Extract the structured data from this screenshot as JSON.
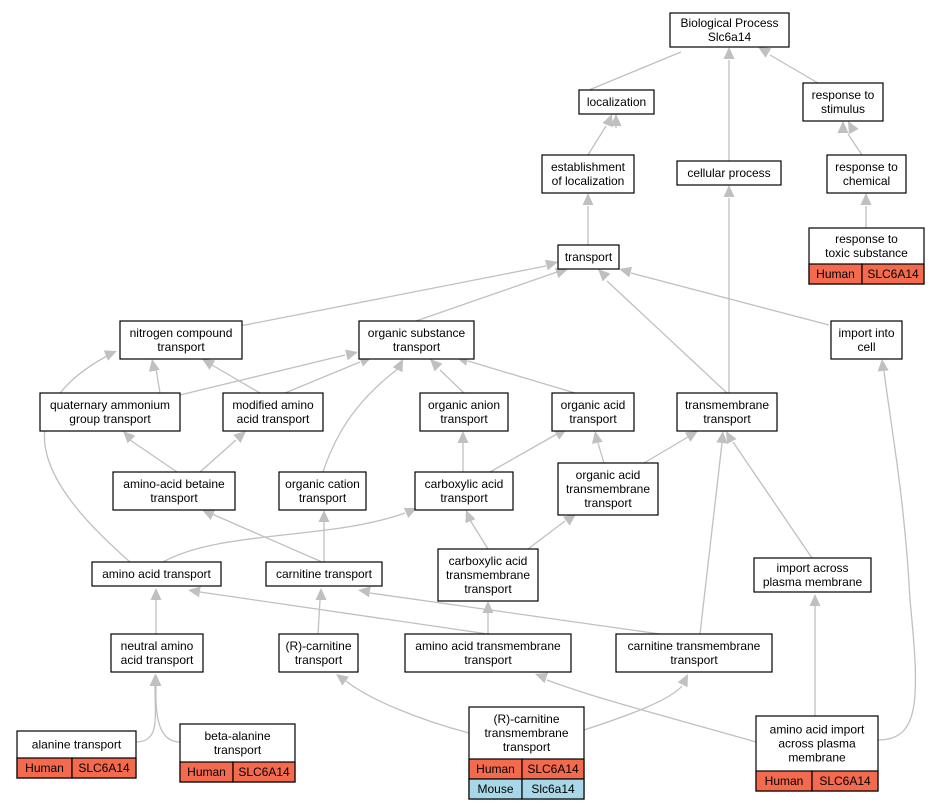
{
  "colors": {
    "human": "#f46a4e",
    "mouse": "#a8d8e8",
    "edge": "#c0c0c0"
  },
  "nodes": {
    "bp": {
      "lines": [
        "Biological Process",
        "Slc6a14"
      ]
    },
    "localization": {
      "lines": [
        "localization"
      ]
    },
    "response_to_stimulus": {
      "lines": [
        "response to",
        "stimulus"
      ]
    },
    "establishment": {
      "lines": [
        "establishment",
        "of localization"
      ]
    },
    "cellular_process": {
      "lines": [
        "cellular process"
      ]
    },
    "response_to_chemical": {
      "lines": [
        "response to",
        "chemical"
      ]
    },
    "response_to_toxic": {
      "lines": [
        "response to",
        "toxic substance"
      ],
      "cells": [
        {
          "species": "Human",
          "gene": "SLC6A14"
        }
      ]
    },
    "transport": {
      "lines": [
        "transport"
      ]
    },
    "nitrogen_compound": {
      "lines": [
        "nitrogen compound",
        "transport"
      ]
    },
    "organic_substance": {
      "lines": [
        "organic substance",
        "transport"
      ]
    },
    "import_into_cell": {
      "lines": [
        "import into",
        "cell"
      ]
    },
    "quaternary": {
      "lines": [
        "quaternary ammonium",
        "group transport"
      ]
    },
    "modified_amino": {
      "lines": [
        "modified amino",
        "acid transport"
      ]
    },
    "organic_anion": {
      "lines": [
        "organic anion",
        "transport"
      ]
    },
    "organic_acid": {
      "lines": [
        "organic acid",
        "transport"
      ]
    },
    "transmembrane": {
      "lines": [
        "transmembrane",
        "transport"
      ]
    },
    "betaine": {
      "lines": [
        "amino-acid betaine",
        "transport"
      ]
    },
    "organic_cation": {
      "lines": [
        "organic cation",
        "transport"
      ]
    },
    "carboxylic": {
      "lines": [
        "carboxylic acid",
        "transport"
      ]
    },
    "organic_acid_tm": {
      "lines": [
        "organic acid",
        "transmembrane",
        "transport"
      ]
    },
    "amino_acid": {
      "lines": [
        "amino acid transport"
      ]
    },
    "carnitine": {
      "lines": [
        "carnitine transport"
      ]
    },
    "carboxylic_tm": {
      "lines": [
        "carboxylic acid",
        "transmembrane",
        "transport"
      ]
    },
    "import_across": {
      "lines": [
        "import across",
        "plasma membrane"
      ]
    },
    "neutral_amino": {
      "lines": [
        "neutral amino",
        "acid transport"
      ]
    },
    "r_carnitine": {
      "lines": [
        "(R)-carnitine",
        "transport"
      ]
    },
    "amino_acid_tm": {
      "lines": [
        "amino acid transmembrane",
        "transport"
      ]
    },
    "carnitine_tm": {
      "lines": [
        "carnitine transmembrane",
        "transport"
      ]
    },
    "alanine": {
      "lines": [
        "alanine transport"
      ],
      "cells": [
        {
          "species": "Human",
          "gene": "SLC6A14"
        }
      ]
    },
    "beta_alanine": {
      "lines": [
        "beta-alanine",
        "transport"
      ],
      "cells": [
        {
          "species": "Human",
          "gene": "SLC6A14"
        }
      ]
    },
    "r_carnitine_tm": {
      "lines": [
        "(R)-carnitine",
        "transmembrane",
        "transport"
      ],
      "cells": [
        {
          "species": "Human",
          "gene": "SLC6A14"
        },
        {
          "species": "Mouse",
          "gene": "Slc6a14"
        }
      ]
    },
    "amino_acid_import": {
      "lines": [
        "amino acid import",
        "across plasma",
        "membrane"
      ],
      "cells": [
        {
          "species": "Human",
          "gene": "SLC6A14"
        }
      ]
    }
  }
}
